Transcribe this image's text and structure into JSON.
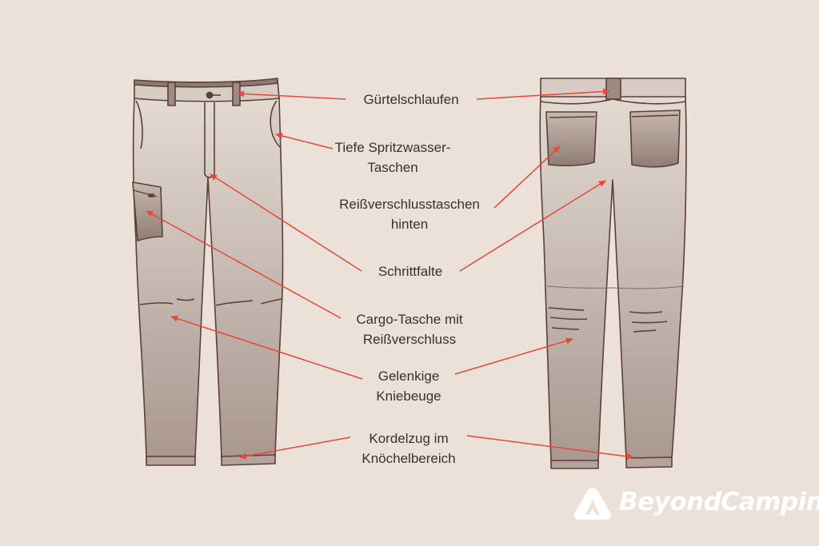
{
  "labels": {
    "guertelschlaufen": [
      "Gürtelschlaufen"
    ],
    "spritzwasser": [
      "Tiefe Spritzwasser-",
      "Taschen"
    ],
    "reissverschlusstaschen": [
      "Reißverschlusstaschen",
      "hinten"
    ],
    "schrittfalte": [
      "Schrittfalte"
    ],
    "cargo": [
      "Cargo-Tasche mit",
      "Reißverschluss"
    ],
    "kniebeuge": [
      "Gelenkige",
      "Kniebeuge"
    ],
    "kordelzug": [
      "Kordelzug im",
      "Knöchelbereich"
    ]
  },
  "brand": {
    "name": "BeyondCamping"
  },
  "colors": {
    "background": "#ebe1d9",
    "outline": "#5a4038",
    "fabric_light": "#e2d8d0",
    "fabric_dark": "#a4948b",
    "pocket": "#9d8b82",
    "arrow": "#e8483a",
    "text": "#3b302b",
    "logo": "#ffffff"
  }
}
